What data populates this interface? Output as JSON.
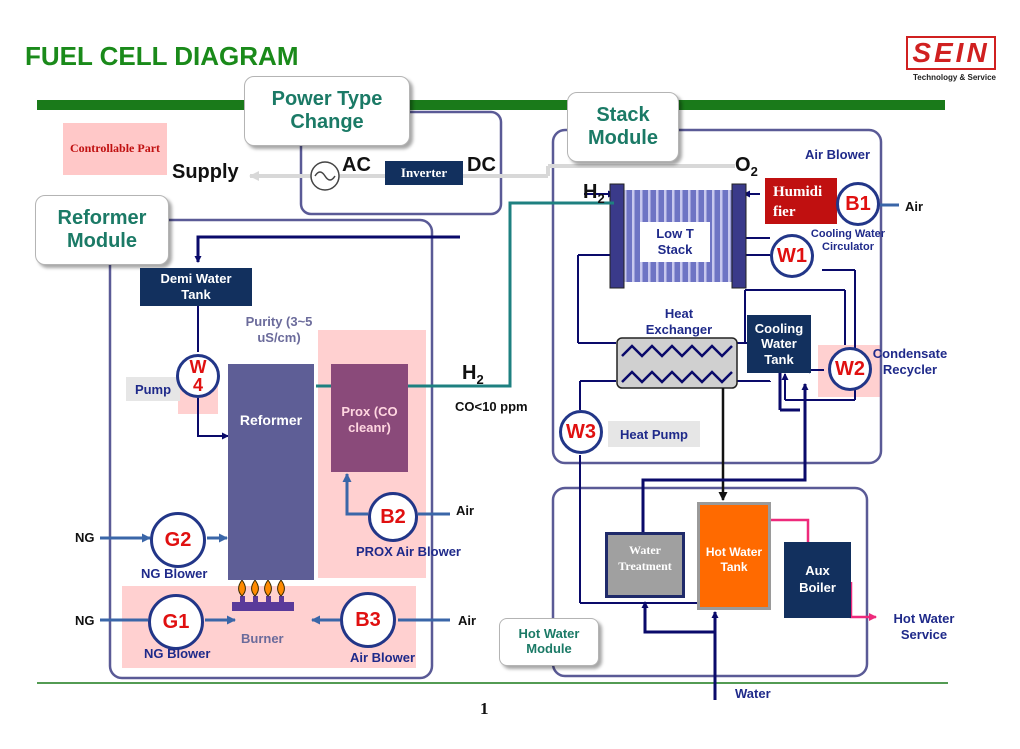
{
  "title": "FUEL CELL DIAGRAM",
  "logo": {
    "mark": "SEIN",
    "tagline": "Technology & Service"
  },
  "legend": {
    "controllable": "Controllable Part"
  },
  "power": {
    "module": "Power Type Change",
    "supply": "Supply",
    "ac": "AC",
    "inverter": "Inverter",
    "dc": "DC"
  },
  "stack": {
    "module": "Stack Module",
    "o2": "O",
    "o2_sub": "2",
    "h2": "H",
    "h2_sub": "2",
    "low_t_stack": "Low T Stack",
    "air_blower": "Air Blower",
    "humidifier": "Humidi fier",
    "b1": "B1",
    "air": "Air",
    "cooling_circ": "Cooling Water Circulator",
    "w1": "W1",
    "heat_exchanger": "Heat Exchanger",
    "cooling_tank": "Cooling Water Tank",
    "w2": "W2",
    "condensate": "Condensate Recycler",
    "w3": "W3",
    "heat_pump": "Heat Pump"
  },
  "reformer": {
    "module": "Reformer Module",
    "demi_tank": "Demi Water Tank",
    "purity": "Purity (3~5 uS/cm)",
    "pump": "Pump",
    "w4": "W 4",
    "reformer": "Reformer",
    "prox": "Prox (CO cleanr)",
    "h2": "H",
    "h2_sub": "2",
    "co": "CO<10 ppm",
    "b2": "B2",
    "air_b2": "Air",
    "prox_blower": "PROX Air Blower",
    "ng_g2": "NG",
    "g2": "G2",
    "ng_blower_g2": "NG Blower",
    "ng_g1": "NG",
    "g1": "G1",
    "ng_blower_g1": "NG Blower",
    "burner": "Burner",
    "b3": "B3",
    "air_b3": "Air",
    "air_blower_b3": "Air Blower"
  },
  "hotwater": {
    "module": "Hot Water Module",
    "water_treatment": "Water Treatment",
    "hot_tank": "Hot Water Tank",
    "aux_boiler": "Aux Boiler",
    "service": "Hot Water Service",
    "water": "Water"
  },
  "page_number": "1"
}
